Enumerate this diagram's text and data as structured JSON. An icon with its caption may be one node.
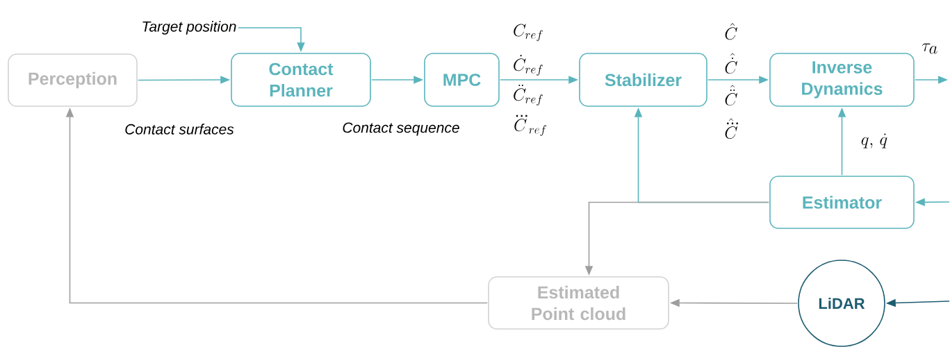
{
  "diagram": {
    "nodes": [
      {
        "text": [
          "Perception"
        ]
      },
      {
        "text": [
          "Contact Planner"
        ]
      },
      {
        "text": [
          "MPC"
        ]
      },
      {
        "text": [
          "Stabilizer"
        ]
      },
      {
        "text": [
          "Inverse Dynamics"
        ]
      },
      {
        "text": [
          "Estimator"
        ]
      },
      {
        "text": [
          "Estimated Point cloud"
        ]
      },
      {
        "text": [
          "LiDAR"
        ]
      },
      {
        "text": [
          "Target position"
        ]
      }
    ],
    "edges": [
      {
        "from": 8,
        "to": 1,
        "arrow": "to"
      },
      {
        "from": 0,
        "to": 1,
        "arrow": "to",
        "label": "Contact surfaces"
      },
      {
        "from": 1,
        "to": 2,
        "arrow": "to",
        "label": "Contact sequence"
      },
      {
        "from": 2,
        "to": 3,
        "arrow": "to"
      },
      {
        "from": 3,
        "to": 4,
        "arrow": "to"
      },
      {
        "from": 4,
        "to": null,
        "arrow": "to"
      },
      {
        "from": 5,
        "to": 4,
        "arrow": "to"
      },
      {
        "from": 5,
        "to": 3,
        "arrow": "to"
      },
      {
        "from": 5,
        "to": 6,
        "arrow": "to",
        "color": "#9e9e9e"
      },
      {
        "from": null,
        "to": 5,
        "arrow": "to"
      },
      {
        "from": 7,
        "to": 6,
        "arrow": "to",
        "color": "#9e9e9e"
      },
      {
        "from": null,
        "to": 7,
        "arrow": "to",
        "color": "#1d5c70"
      },
      {
        "from": 6,
        "to": 0,
        "arrow": "to",
        "color": "#9e9e9e"
      }
    ],
    "labels": [
      "C_{ref}",
      "\\dot{C}_{ref}",
      "\\ddot{C}_{ref}",
      "\\dddot{C}_{ref}",
      "\\hat{C}",
      "\\hat{\\dot{C}}",
      "\\hat{\\ddot{C}}",
      "\\hat{\\dddot{C}}",
      "q,\\,\\dot{q}",
      "\\tau_a"
    ]
  }
}
